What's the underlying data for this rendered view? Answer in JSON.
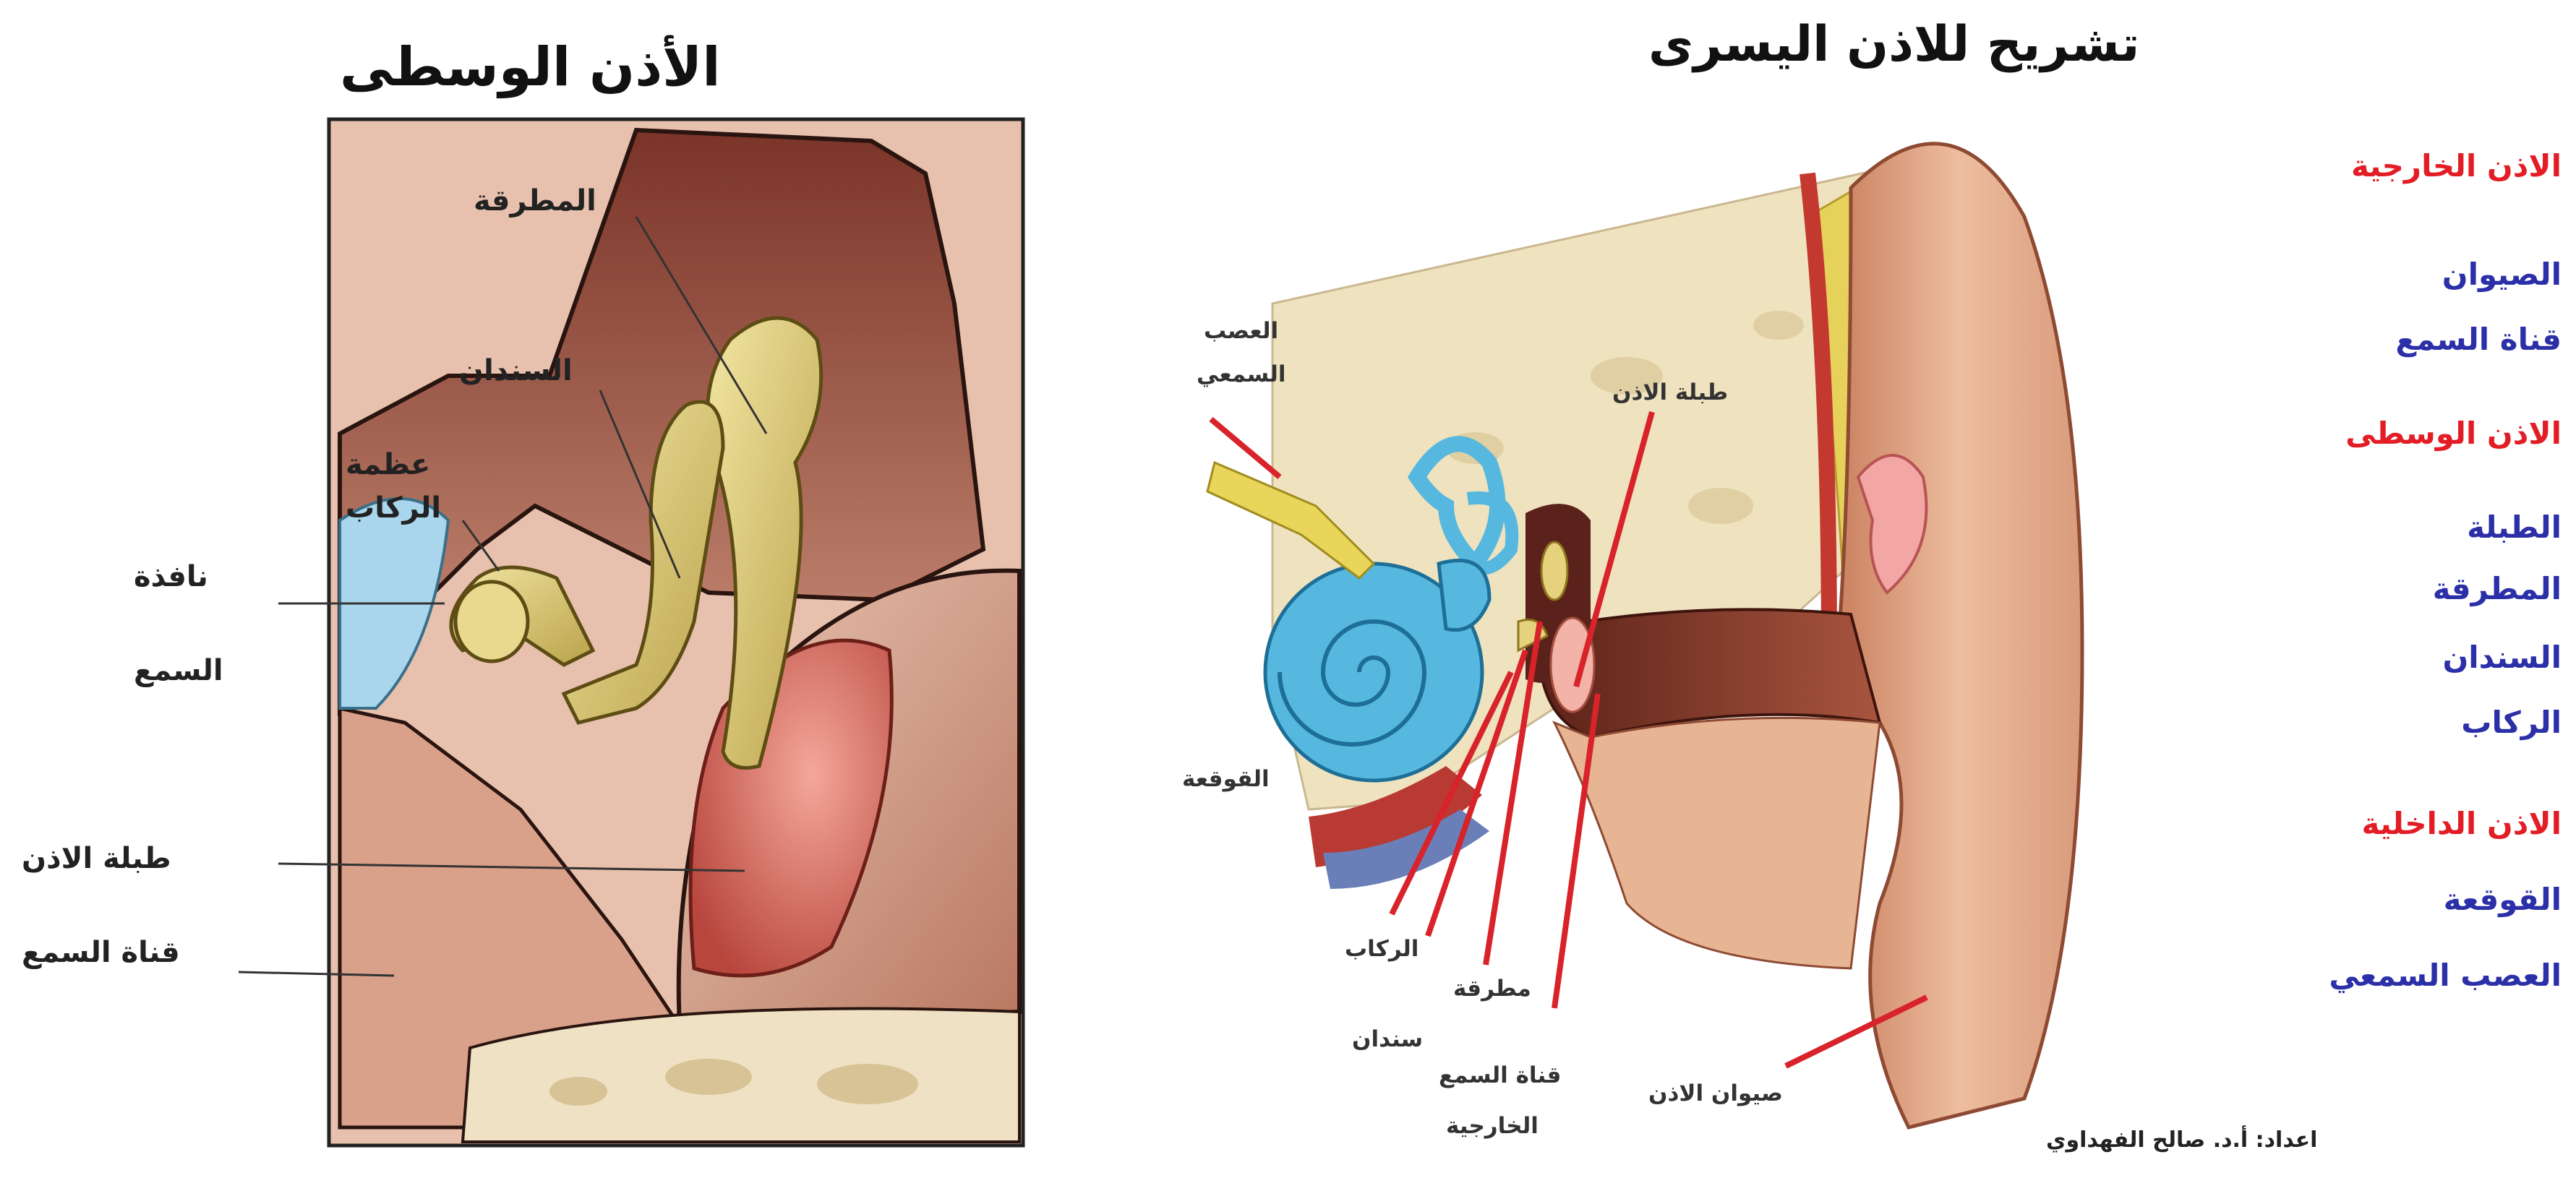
{
  "left_panel": {
    "title": "الأذن الوسطى",
    "labels": {
      "malleus": "المطرقة",
      "incus": "السندان",
      "stapes_line1": "عظمة",
      "stapes_line2": "الركاب",
      "oval_window_line1": "نافذة",
      "oval_window_line2": "السمع",
      "eardrum": "طبلة الاذن",
      "ear_canal": "قناة السمع"
    }
  },
  "right_panel": {
    "title": "تشريح للاذن اليسرى",
    "labels": {
      "auditory_nerve_line1": "العصب",
      "auditory_nerve_line2": "السمعي",
      "eardrum": "طبلة الاذن",
      "cochlea": "القوقعة",
      "stapes": "الركاب",
      "incus": "سندان",
      "malleus": "مطرقة",
      "external_canal_line1": "قناة السمع",
      "external_canal_line2": "الخارجية",
      "auricle": "صيوان الاذن"
    }
  },
  "legend": {
    "outer_ear": "الاذن الخارجية",
    "auricle": "الصيوان",
    "ear_canal": "قناة السمع",
    "middle_ear": "الاذن الوسطى",
    "eardrum": "الطبلة",
    "malleus": "المطرقة",
    "incus": "السندان",
    "stapes": "الركاب",
    "inner_ear": "الاذن الداخلية",
    "cochlea": "القوقعة",
    "auditory_nerve": "العصب السمعي"
  },
  "credit": "اعداد: أ.د. صالح الفهداوي",
  "colors": {
    "heading_red": "#e31d25",
    "item_blue": "#2b2fa8",
    "bone_yellow": "#d9c46a",
    "tissue_brown": "#6b2e22",
    "skin": "#e7b08f",
    "cochlea_blue": "#56b8de",
    "pointer_red": "#d8232a"
  }
}
